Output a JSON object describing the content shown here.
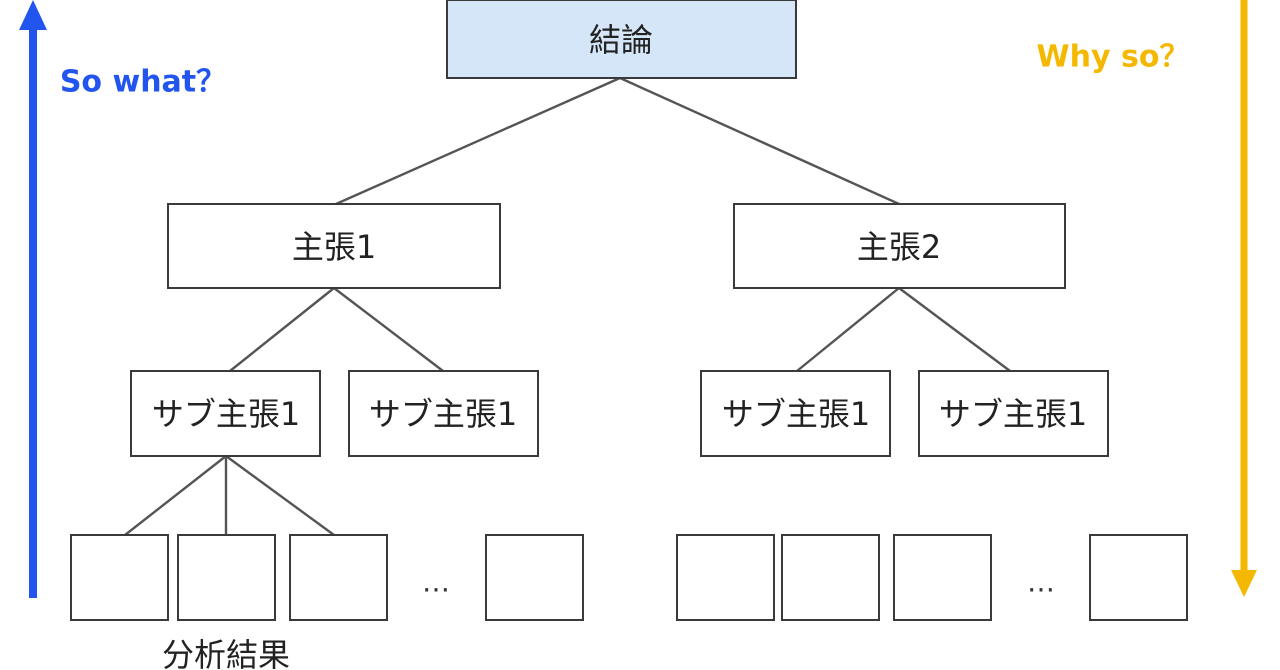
{
  "colors": {
    "so_what": "#2255ee",
    "why_so": "#f5b800",
    "root_fill": "#d4e6f7",
    "box_stroke": "#3a3a3a"
  },
  "arrows": {
    "left": {
      "label": "So what？",
      "direction": "up"
    },
    "right": {
      "label": "Why so？",
      "direction": "down"
    }
  },
  "tree": {
    "root": {
      "label": "結論"
    },
    "claims": [
      {
        "label": "主張1",
        "subs": [
          {
            "label": "サブ主張1",
            "leaf_count": 3,
            "has_ellipsis_leaf": true
          },
          {
            "label": "サブ主張1"
          }
        ]
      },
      {
        "label": "主張2",
        "subs": [
          {
            "label": "サブ主張1"
          },
          {
            "label": "サブ主張1"
          }
        ]
      }
    ],
    "ellipsis": "…",
    "leaf_group_label": "分析結果"
  }
}
